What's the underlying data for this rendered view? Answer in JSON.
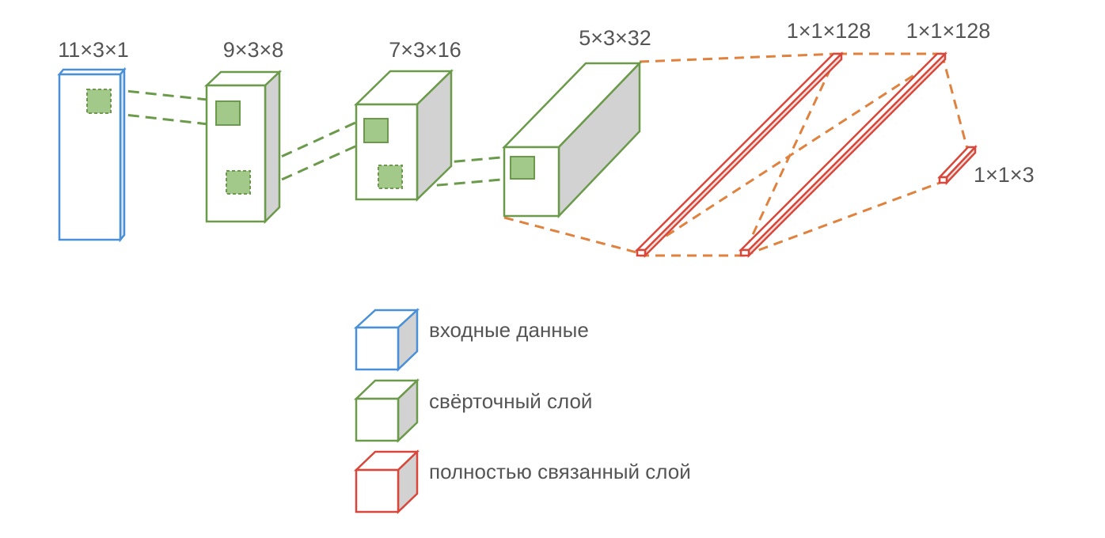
{
  "colors": {
    "input": "#4a90d9",
    "conv": "#6a9a4a",
    "conv_fill": "#a3c98a",
    "fc": "#d9473a",
    "connector_conv": "#6a9a4a",
    "connector_fc": "#e0823e",
    "side_fill": "#d2d2d2",
    "text": "#555555"
  },
  "layers": [
    {
      "kind": "input",
      "label": "11×3×1"
    },
    {
      "kind": "conv",
      "label": "9×3×8"
    },
    {
      "kind": "conv",
      "label": "7×3×16"
    },
    {
      "kind": "conv",
      "label": "5×3×32"
    },
    {
      "kind": "fc",
      "label": "1×1×128"
    },
    {
      "kind": "fc",
      "label": "1×1×128"
    },
    {
      "kind": "fc",
      "label": "1×1×3"
    }
  ],
  "legend": [
    {
      "kind": "input",
      "label": "входные данные"
    },
    {
      "kind": "conv",
      "label": "свёрточный слой"
    },
    {
      "kind": "fc",
      "label": "полностью связанный слой"
    }
  ]
}
